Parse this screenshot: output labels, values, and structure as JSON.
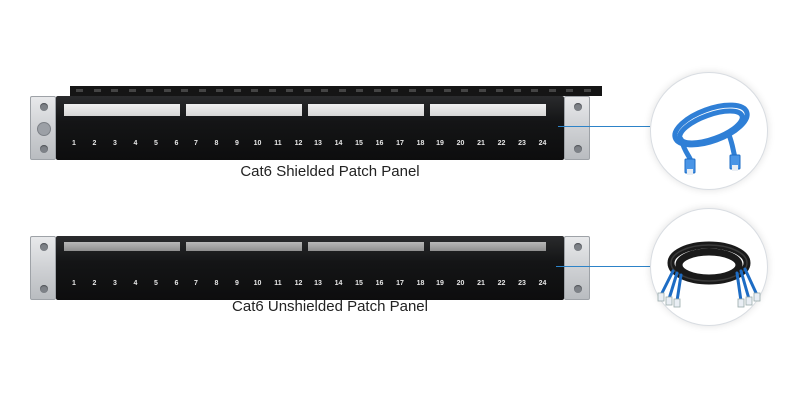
{
  "panels": [
    {
      "caption": "Cat6 Shielded Patch Panel",
      "type": "shielded",
      "port_numbers": [
        "1",
        "2",
        "3",
        "4",
        "5",
        "6",
        "7",
        "8",
        "9",
        "10",
        "11",
        "12",
        "13",
        "14",
        "15",
        "16",
        "17",
        "18",
        "19",
        "20",
        "21",
        "22",
        "23",
        "24"
      ],
      "cable_icon": "blue-patch-cable"
    },
    {
      "caption": "Cat6 Unshielded Patch Panel",
      "type": "unshielded",
      "port_numbers": [
        "1",
        "2",
        "3",
        "4",
        "5",
        "6",
        "7",
        "8",
        "9",
        "10",
        "11",
        "12",
        "13",
        "14",
        "15",
        "16",
        "17",
        "18",
        "19",
        "20",
        "21",
        "22",
        "23",
        "24"
      ],
      "cable_icon": "black-bundled-cable"
    }
  ],
  "colors": {
    "connector_line": "#2d83c8",
    "cable_blue": "#2f7fd6",
    "cable_black": "#1a1a1a",
    "connector_blue": "#1d6cc4"
  }
}
